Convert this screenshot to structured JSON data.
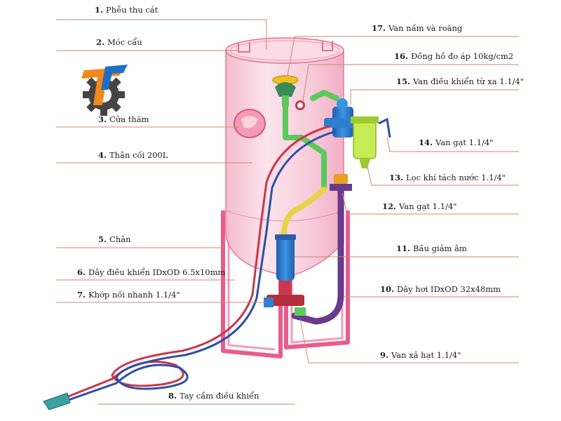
{
  "labels": [
    {
      "num": "1.",
      "text": "Phễu thu cát"
    },
    {
      "num": "2.",
      "text": "Móc cẩu"
    },
    {
      "num": "3.",
      "text": "Cửa thăm"
    },
    {
      "num": "4.",
      "text": "Thân cối 200L"
    },
    {
      "num": "5.",
      "text": "Chân"
    },
    {
      "num": "6.",
      "text": "Dây điều khiển IDxOD 6.5x10mm"
    },
    {
      "num": "7.",
      "text": "Khớp nối nhanh 1.1/4\""
    },
    {
      "num": "8.",
      "text": "Tay cầm điều khiển"
    },
    {
      "num": "9.",
      "text": "Van xả hạt 1.1/4\""
    },
    {
      "num": "10.",
      "text": "Dây hơi IDxOD 32x48mm"
    },
    {
      "num": "11.",
      "text": "Bầu giảm âm"
    },
    {
      "num": "12.",
      "text": "Van gạt 1.1/4\""
    },
    {
      "num": "13.",
      "text": "Lọc khí tách nước 1.1/4\""
    },
    {
      "num": "14.",
      "text": "Van gạt 1.1/4\""
    },
    {
      "num": "15.",
      "text": "Van điều khiển từ xa 1.1/4\""
    },
    {
      "num": "16.",
      "text": "Đồng hồ đo áp 10kg/cm2"
    },
    {
      "num": "17.",
      "text": "Van nấm và roăng"
    }
  ],
  "colors": {
    "tank": "#f7c6d6",
    "tank_edge": "#e0708f",
    "frame": "#ea5b8d",
    "green_pipe": "#5cc95c",
    "blue_valve": "#2f7fd0",
    "purple_hose": "#6a3a8c",
    "yellow_hose": "#e8d44a",
    "filter": "#c7ec56",
    "control_line_red": "#c8384a",
    "control_line_blue": "#2f4fa8",
    "leader": "#c98a6e",
    "logo_orange": "#f08a1c",
    "logo_blue": "#1e6fc4",
    "logo_gear": "#444444"
  },
  "icons": {
    "logo": "gear-logo-icon"
  }
}
